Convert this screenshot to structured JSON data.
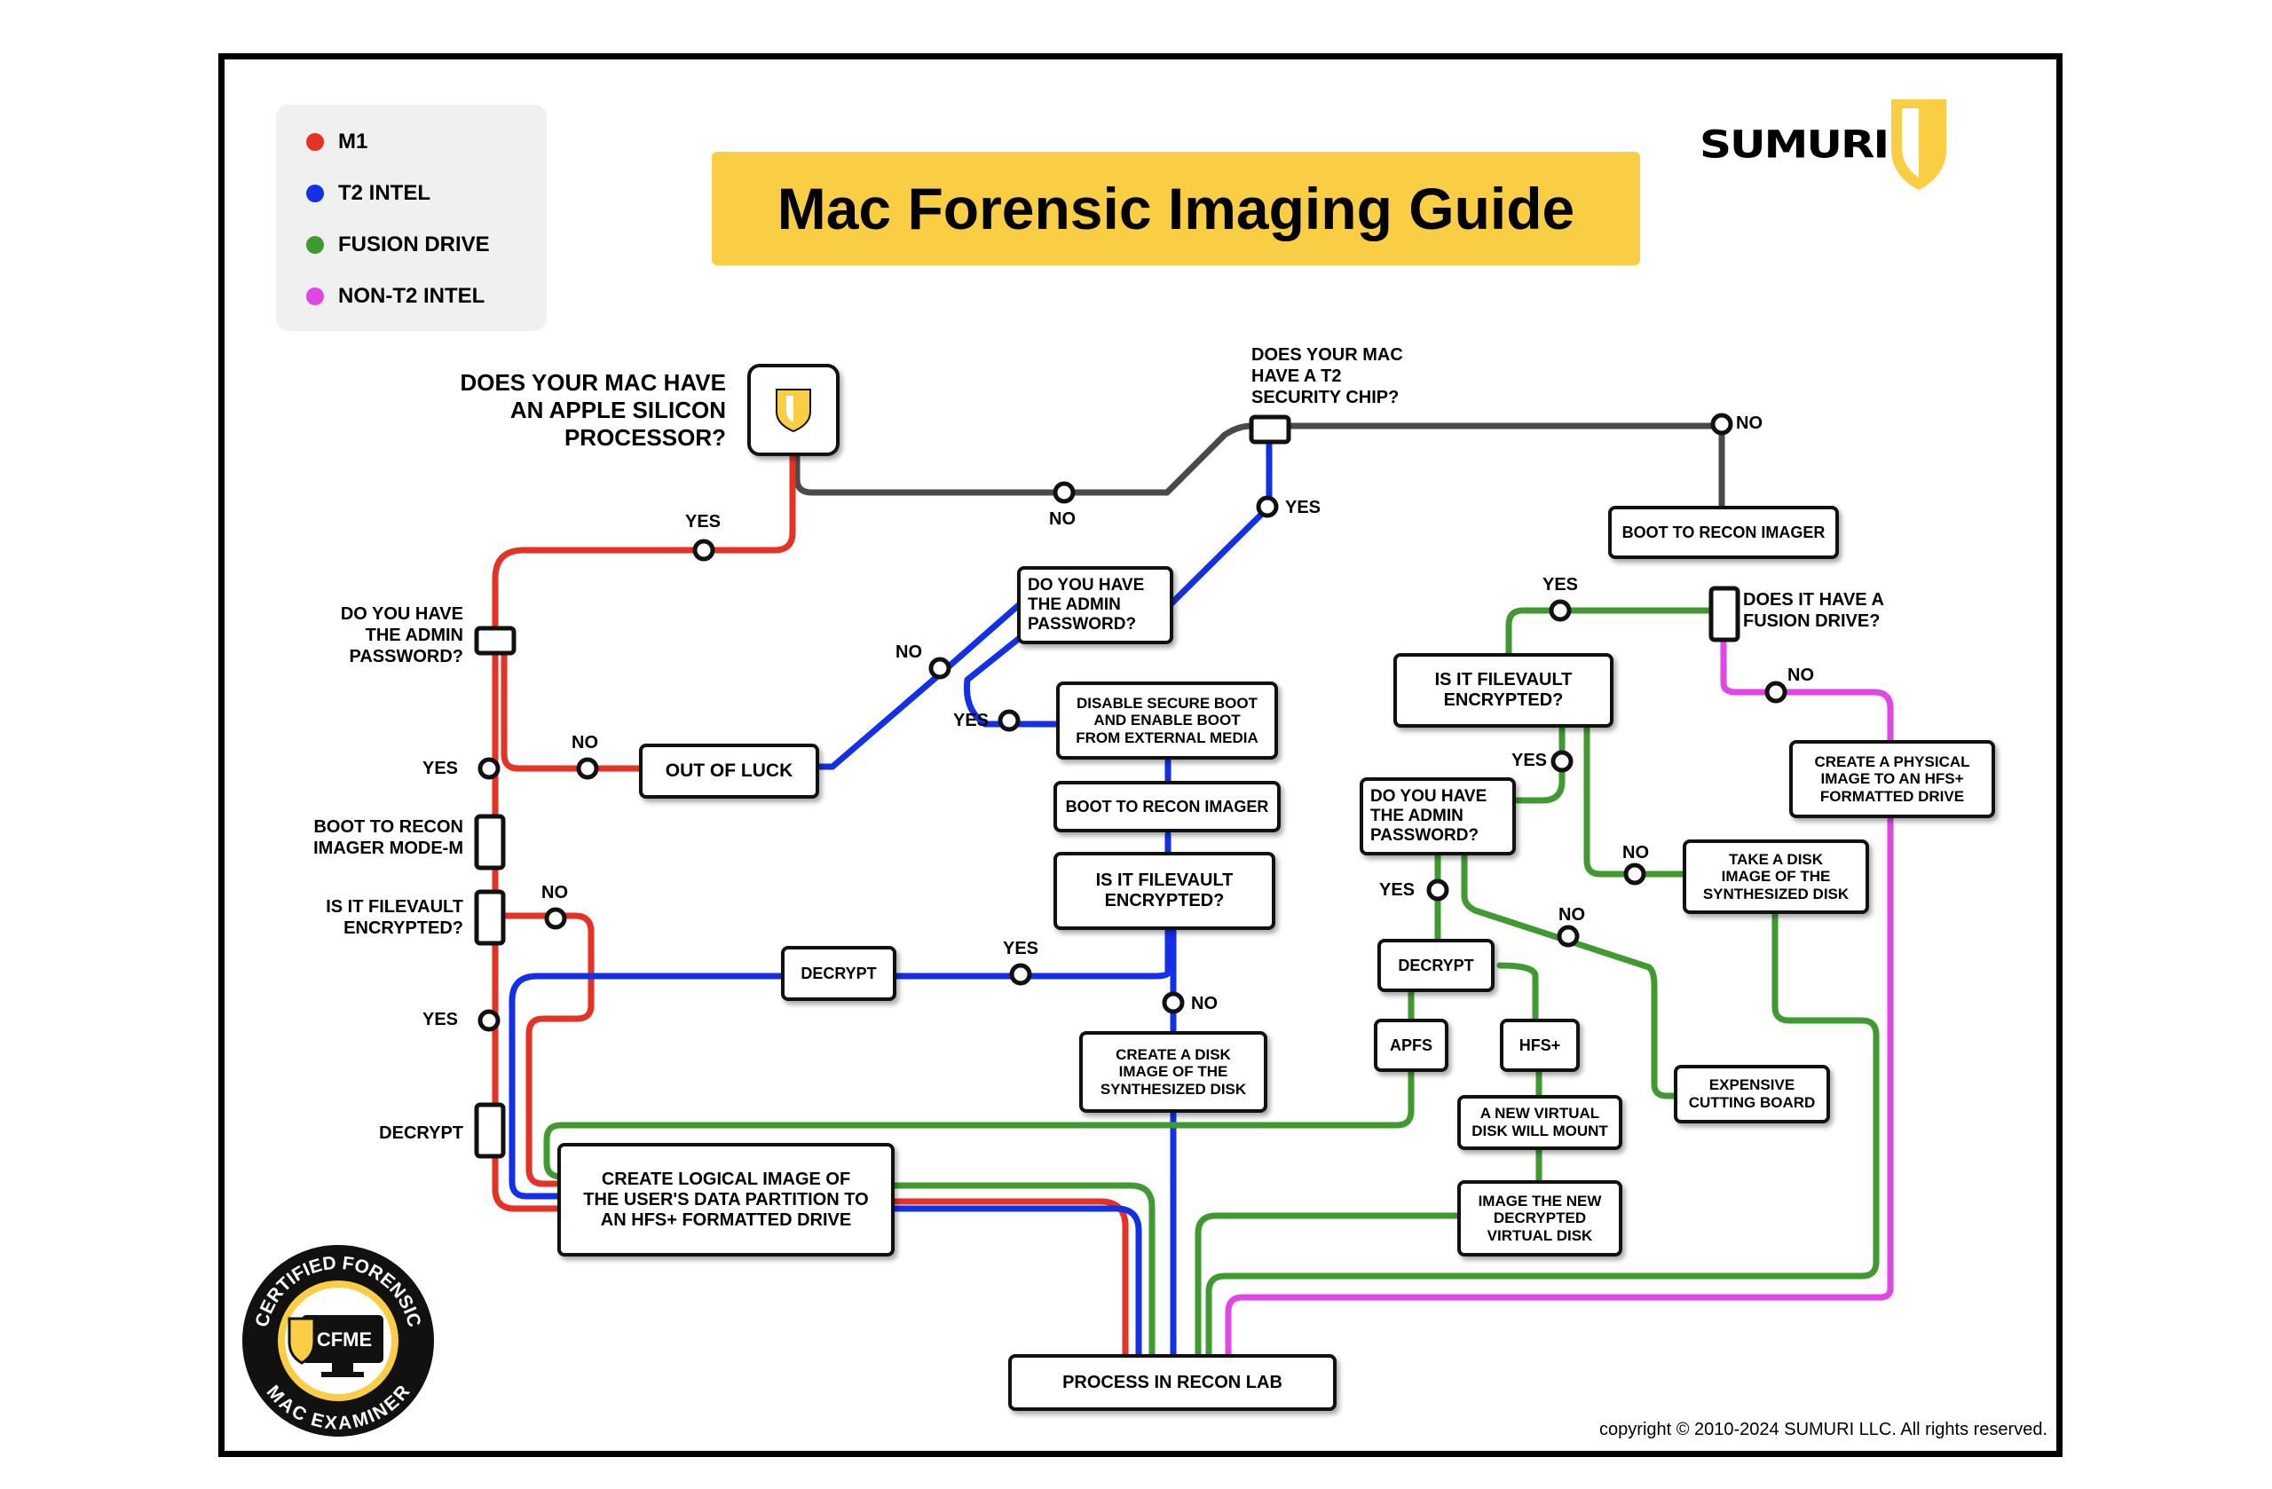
{
  "title": "Mac Forensic Imaging Guide",
  "brand": "SUMURI",
  "copyright": "copyright © 2010-2024 SUMURI LLC. All rights reserved.",
  "colors": {
    "m1": "#e53225",
    "t2_intel": "#1230e8",
    "fusion_drive": "#3f9a2f",
    "non_t2_intel": "#e046e6",
    "connector": "#4a4a4a",
    "banner": "#f9cd44"
  },
  "legend": [
    {
      "label": "M1",
      "color": "#e53225"
    },
    {
      "label": "T2 INTEL",
      "color": "#1230e8"
    },
    {
      "label": "FUSION DRIVE",
      "color": "#3f9a2f"
    },
    {
      "label": "NON-T2 INTEL",
      "color": "#e046e6"
    }
  ],
  "badge": {
    "top_text": "CERTIFIED FORENSIC",
    "bottom_text": "MAC EXAMINER",
    "center_text": "CFME"
  },
  "questions": {
    "apple_silicon": "DOES YOUR MAC HAVE\nAN APPLE SILICON\nPROCESSOR?",
    "t2_chip": "DOES YOUR MAC\nHAVE A T2\nSECURITY CHIP?",
    "m1_admin": "DO YOU HAVE\nTHE ADMIN\nPASSWORD?",
    "m1_filevault": "IS IT FILEVAULT\nENCRYPTED?",
    "fusion": "DOES IT HAVE A\nFUSION DRIVE?"
  },
  "side_labels": {
    "boot_mode_m": "BOOT TO RECON\nIMAGER MODE-M",
    "decrypt_m1": "DECRYPT"
  },
  "boxes": {
    "out_of_luck": "OUT OF LUCK",
    "t2_admin": "DO YOU HAVE\nTHE ADMIN\nPASSWORD?",
    "disable_secure_boot": "DISABLE SECURE BOOT\nAND ENABLE BOOT\nFROM EXTERNAL MEDIA",
    "boot_recon_t2": "BOOT TO RECON IMAGER",
    "t2_filevault": "IS IT FILEVAULT\nENCRYPTED?",
    "decrypt_t2": "DECRYPT",
    "disk_image_t2": "CREATE A DISK\nIMAGE OF THE\nSYNTHESIZED DISK",
    "logical_image": "CREATE LOGICAL IMAGE OF\nTHE USER'S DATA PARTITION TO\nAN HFS+ FORMATTED DRIVE",
    "process": "PROCESS IN RECON LAB",
    "boot_recon_intel": "BOOT TO RECON IMAGER",
    "fusion_filevault": "IS IT FILEVAULT\nENCRYPTED?",
    "fusion_admin": "DO YOU HAVE\nTHE ADMIN\nPASSWORD?",
    "decrypt_fusion": "DECRYPT",
    "apfs": "APFS",
    "hfs": "HFS+",
    "virtual_mount": "A NEW VIRTUAL\nDISK WILL MOUNT",
    "image_virtual": "IMAGE THE NEW\nDECRYPTED\nVIRTUAL DISK",
    "cutting_board": "EXPENSIVE\nCUTTING BOARD",
    "disk_image_fusion": "TAKE A DISK\nIMAGE OF THE\nSYNTHESIZED DISK",
    "physical_image": "CREATE A PHYSICAL\nIMAGE TO AN HFS+\nFORMATTED DRIVE"
  },
  "answers": {
    "yes": "YES",
    "no": "NO"
  }
}
